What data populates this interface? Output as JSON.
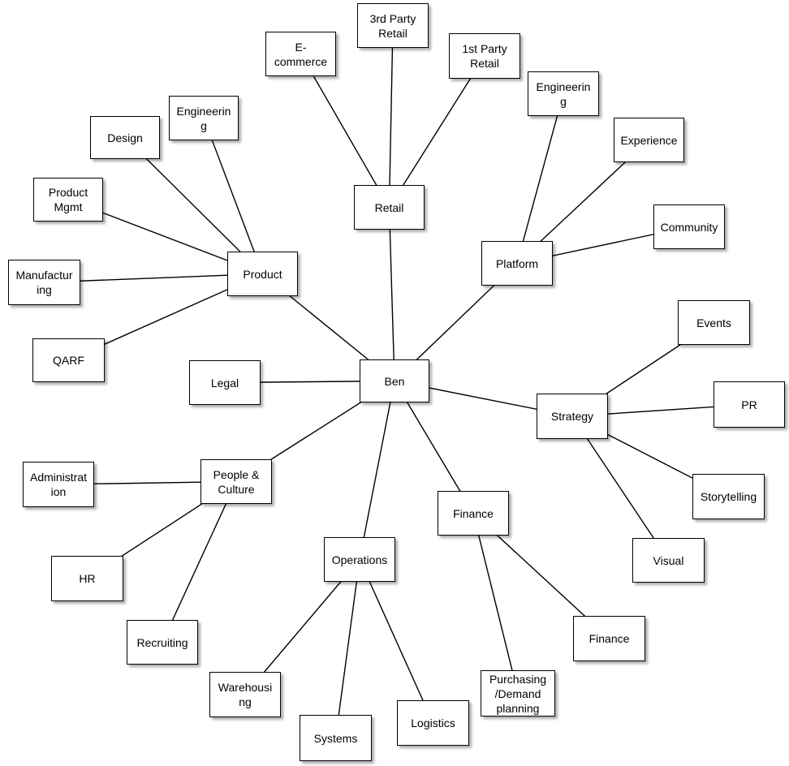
{
  "diagram": {
    "nodes": [
      {
        "id": "ben",
        "label": "Ben"
      },
      {
        "id": "product",
        "label": "Product"
      },
      {
        "id": "design",
        "label": "Design"
      },
      {
        "id": "product-engineering",
        "label": "Engineerin\ng"
      },
      {
        "id": "product-mgmt",
        "label": "Product\nMgmt"
      },
      {
        "id": "manufacturing",
        "label": "Manufactur\ning"
      },
      {
        "id": "qarf",
        "label": "QARF"
      },
      {
        "id": "retail",
        "label": "Retail"
      },
      {
        "id": "ecommerce",
        "label": "E-\ncommerce"
      },
      {
        "id": "third-party-retail",
        "label": "3rd Party\nRetail"
      },
      {
        "id": "first-party-retail",
        "label": "1st Party\nRetail"
      },
      {
        "id": "platform",
        "label": "Platform"
      },
      {
        "id": "platform-engineering",
        "label": "Engineerin\ng"
      },
      {
        "id": "experience",
        "label": "Experience"
      },
      {
        "id": "community",
        "label": "Community"
      },
      {
        "id": "legal",
        "label": "Legal"
      },
      {
        "id": "strategy",
        "label": "Strategy"
      },
      {
        "id": "events",
        "label": "Events"
      },
      {
        "id": "pr",
        "label": "PR"
      },
      {
        "id": "storytelling",
        "label": "Storytelling"
      },
      {
        "id": "visual",
        "label": "Visual"
      },
      {
        "id": "people-culture",
        "label": "People &\nCulture"
      },
      {
        "id": "administration",
        "label": "Administrat\nion"
      },
      {
        "id": "hr",
        "label": "HR"
      },
      {
        "id": "recruiting",
        "label": "Recruiting"
      },
      {
        "id": "operations",
        "label": "Operations"
      },
      {
        "id": "warehousing",
        "label": "Warehousi\nng"
      },
      {
        "id": "systems",
        "label": "Systems"
      },
      {
        "id": "logistics",
        "label": "Logistics"
      },
      {
        "id": "finance",
        "label": "Finance"
      },
      {
        "id": "finance-sub",
        "label": "Finance"
      },
      {
        "id": "purchasing",
        "label": "Purchasing\n/Demand\nplanning"
      }
    ],
    "edges": [
      [
        "ben",
        "product"
      ],
      [
        "ben",
        "retail"
      ],
      [
        "ben",
        "platform"
      ],
      [
        "ben",
        "legal"
      ],
      [
        "ben",
        "strategy"
      ],
      [
        "ben",
        "people-culture"
      ],
      [
        "ben",
        "operations"
      ],
      [
        "ben",
        "finance"
      ],
      [
        "product",
        "design"
      ],
      [
        "product",
        "product-engineering"
      ],
      [
        "product",
        "product-mgmt"
      ],
      [
        "product",
        "manufacturing"
      ],
      [
        "product",
        "qarf"
      ],
      [
        "retail",
        "ecommerce"
      ],
      [
        "retail",
        "third-party-retail"
      ],
      [
        "retail",
        "first-party-retail"
      ],
      [
        "platform",
        "platform-engineering"
      ],
      [
        "platform",
        "experience"
      ],
      [
        "platform",
        "community"
      ],
      [
        "strategy",
        "events"
      ],
      [
        "strategy",
        "pr"
      ],
      [
        "strategy",
        "storytelling"
      ],
      [
        "strategy",
        "visual"
      ],
      [
        "people-culture",
        "administration"
      ],
      [
        "people-culture",
        "hr"
      ],
      [
        "people-culture",
        "recruiting"
      ],
      [
        "operations",
        "warehousing"
      ],
      [
        "operations",
        "systems"
      ],
      [
        "operations",
        "logistics"
      ],
      [
        "finance",
        "finance-sub"
      ],
      [
        "finance",
        "purchasing"
      ]
    ]
  }
}
